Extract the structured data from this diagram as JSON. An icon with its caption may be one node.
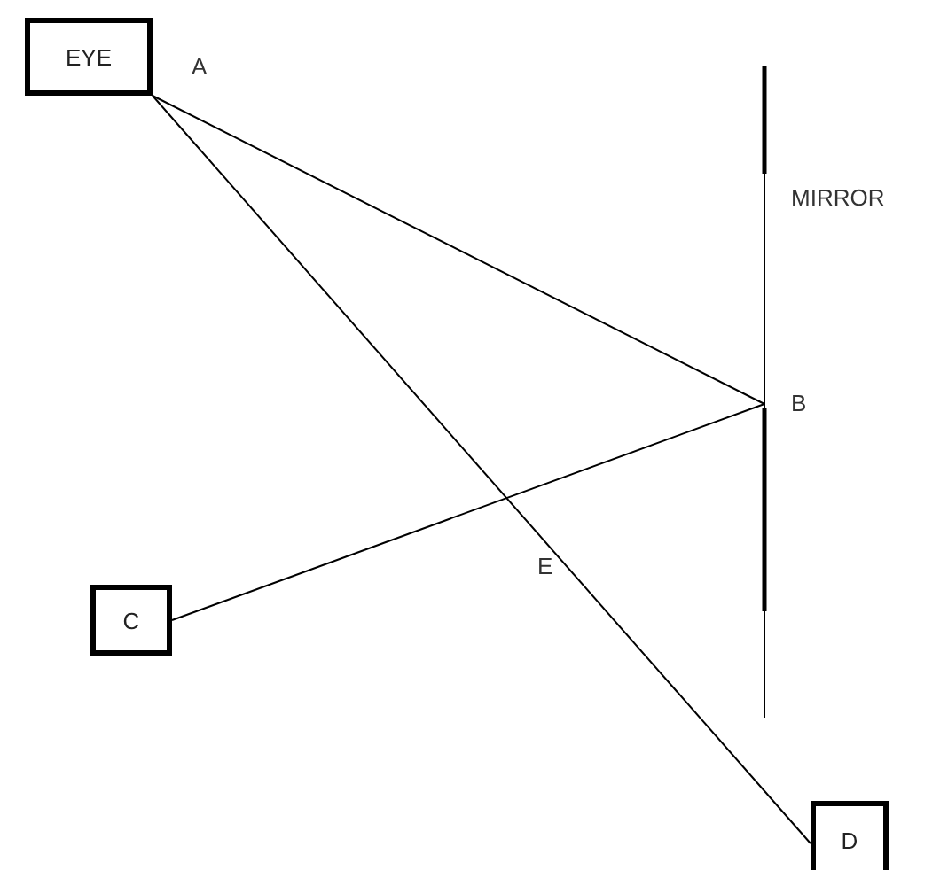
{
  "diagram": {
    "nodes": [
      {
        "text": [
          "EYE"
        ]
      },
      {
        "text": [
          "C"
        ]
      },
      {
        "text": [
          "D"
        ]
      },
      {
        "text": [],
        "shape": "bar",
        "beside": [
          "MIRROR"
        ]
      }
    ],
    "edges": [
      {
        "from": 0,
        "to": 3,
        "arrow": "none"
      },
      {
        "from": 3,
        "to": 1,
        "arrow": "none"
      },
      {
        "from": 0,
        "to": 2,
        "arrow": "none"
      }
    ],
    "labels": [
      "A",
      "B",
      "E"
    ]
  }
}
